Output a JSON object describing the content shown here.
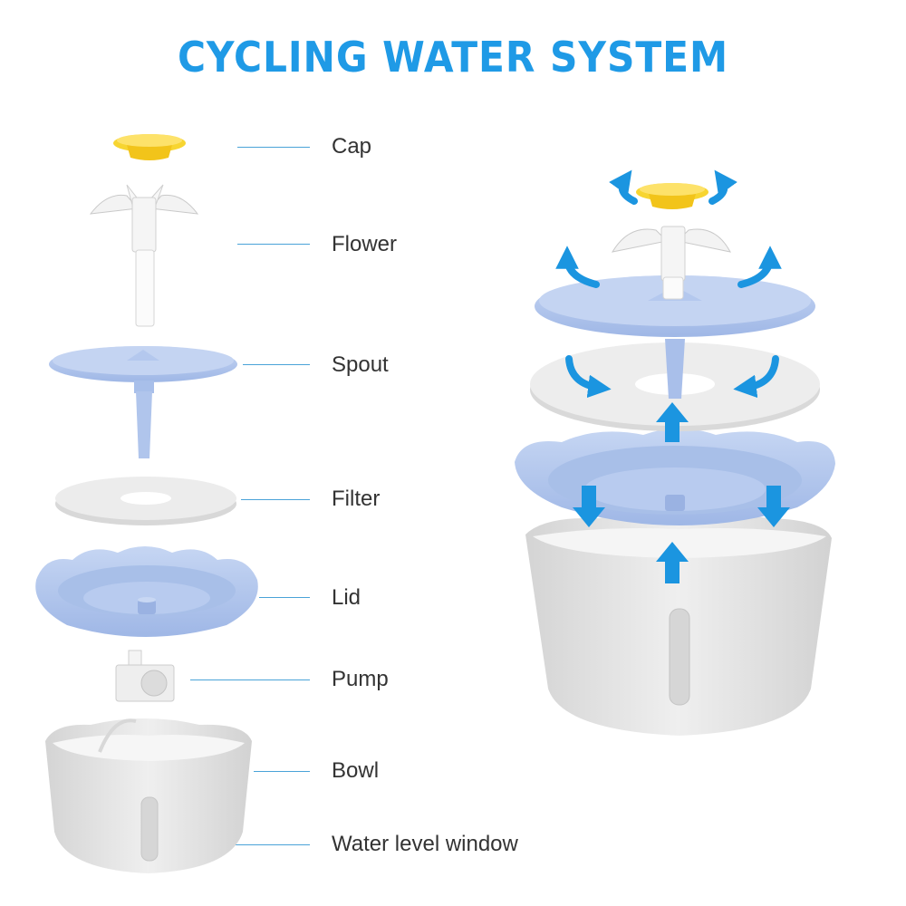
{
  "title": "CYCLING WATER SYSTEM",
  "parts": [
    {
      "id": "cap",
      "label": "Cap"
    },
    {
      "id": "flower",
      "label": "Flower"
    },
    {
      "id": "spout",
      "label": "Spout"
    },
    {
      "id": "filter",
      "label": "Filter"
    },
    {
      "id": "lid",
      "label": "Lid"
    },
    {
      "id": "pump",
      "label": "Pump"
    },
    {
      "id": "bowl",
      "label": "Bowl"
    },
    {
      "id": "window",
      "label": "Water level window"
    }
  ],
  "colors": {
    "title": "#1f9ae6",
    "cap": "#f7d531",
    "lavender": "#b7cbee",
    "filter": "#eaeaea",
    "bowl": "#e6e6e6",
    "arrow": "#1b95e0"
  }
}
